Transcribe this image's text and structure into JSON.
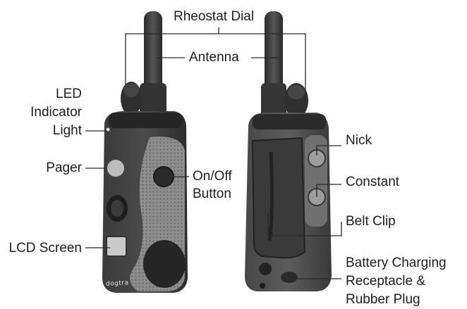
{
  "labels": {
    "rheostat_dial": "Rheostat Dial",
    "antenna": "Antenna",
    "led_indicator_light": [
      "LED",
      "Indicator",
      "Light"
    ],
    "pager": "Pager",
    "on_off_button": [
      "On/Off",
      "Button"
    ],
    "lcd_screen": "LCD Screen",
    "nick": "Nick",
    "constant": "Constant",
    "belt_clip": "Belt Clip",
    "battery_charging": [
      "Battery Charging",
      "Receptacle &",
      "Rubber Plug"
    ]
  },
  "device_brand": "dogtra",
  "colors": {
    "text": "#1e1e1e",
    "leader_line": "#2a2a2a",
    "device_dark": "#2e2e2e",
    "device_mid": "#5a5a5a",
    "device_light": "#8c8c8c",
    "grip_texture": "#9a9a9a"
  }
}
